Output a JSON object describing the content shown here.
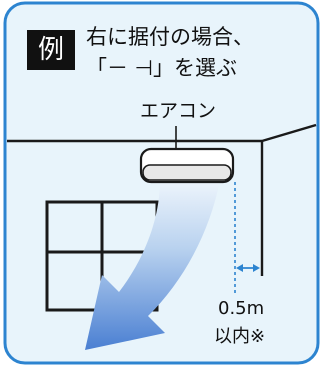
{
  "badge": "例",
  "heading": {
    "line1": "右に据付の場合、",
    "line2": "「－ ⊣」を選ぶ"
  },
  "ac_label": "エアコン",
  "distance_label": "0.5m",
  "distance_note": "以内※",
  "colors": {
    "panel_bg": "#e8f4fb",
    "panel_border": "#2d84d0",
    "arrow_top": "#dbe9f7",
    "arrow_bottom": "#4a7fd2"
  }
}
